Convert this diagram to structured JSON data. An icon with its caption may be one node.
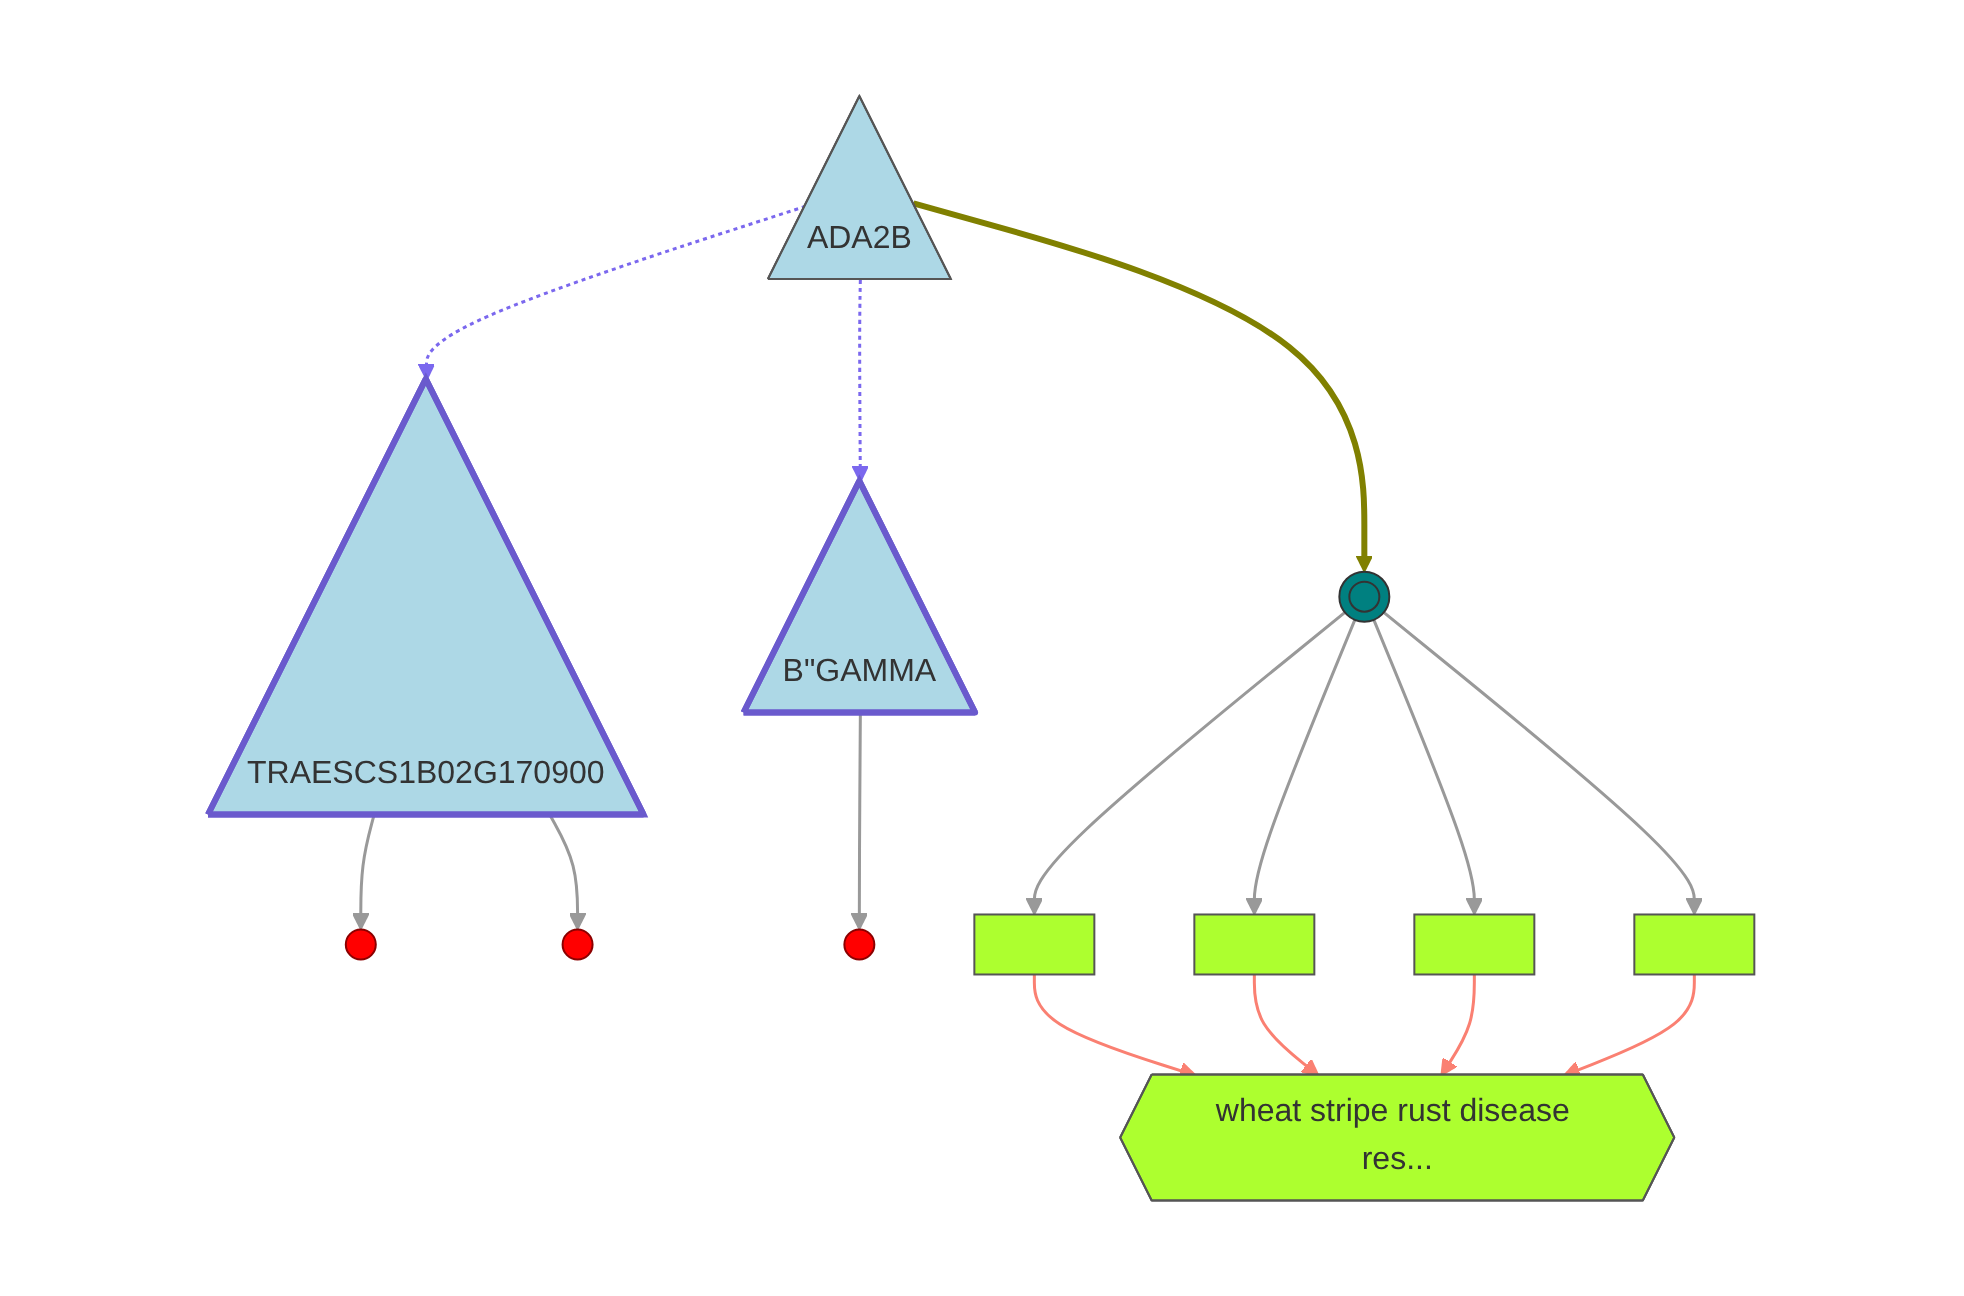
{
  "diagram": {
    "nodes": [
      {
        "text": [],
        "shape": "circle"
      },
      {
        "text": [],
        "shape": "circle"
      },
      {
        "text": [
          "TRAESCS1B02G170900"
        ]
      },
      {
        "text": [],
        "shape": "circle"
      },
      {
        "text": [
          "ADA2B"
        ]
      },
      {
        "text": [
          "B\"GAMMA"
        ]
      },
      {
        "text": [
          "wheat stripe rust disease res..."
        ]
      },
      {
        "text": [],
        "shape": "box"
      },
      {
        "text": [],
        "shape": "box"
      },
      {
        "text": [],
        "shape": "star"
      },
      {
        "text": [],
        "shape": "box"
      },
      {
        "text": [],
        "shape": "box"
      }
    ],
    "edges": [
      {
        "from": 2,
        "to": 0,
        "arrow": "to"
      },
      {
        "from": 2,
        "to": 1,
        "arrow": "to"
      },
      {
        "from": 5,
        "to": 3,
        "arrow": "to"
      },
      {
        "from": 4,
        "to": 2,
        "arrow": "to",
        "style": "dashed",
        "color": "#7b68ee"
      },
      {
        "from": 4,
        "to": 5,
        "arrow": "to",
        "style": "dashed",
        "color": "#7b68ee"
      },
      {
        "from": 4,
        "to": 9,
        "arrow": "to",
        "style": "thick",
        "color": "#808000"
      },
      {
        "from": 9,
        "to": 7,
        "arrow": "to"
      },
      {
        "from": 9,
        "to": 8,
        "arrow": "to"
      },
      {
        "from": 9,
        "to": 10,
        "arrow": "to"
      },
      {
        "from": 9,
        "to": 11,
        "arrow": "to"
      },
      {
        "from": 7,
        "to": 6,
        "arrow": "to",
        "color": "#fa8072"
      },
      {
        "from": 8,
        "to": 6,
        "arrow": "to",
        "color": "#fa8072"
      },
      {
        "from": 10,
        "to": 6,
        "arrow": "to",
        "color": "#fa8072"
      },
      {
        "from": 11,
        "to": 6,
        "arrow": "to",
        "color": "#fa8072"
      }
    ]
  }
}
